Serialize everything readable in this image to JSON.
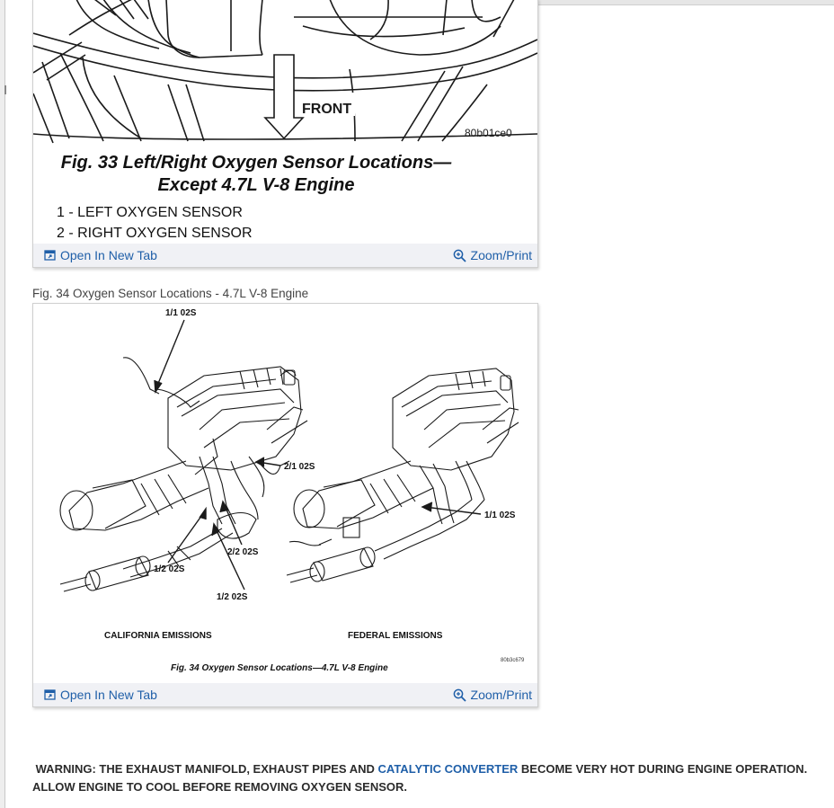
{
  "figure33": {
    "front_label": "FRONT",
    "image_code": "80b01ce0",
    "caption_line1": "Fig. 33 Left/Right Oxygen Sensor Locations—",
    "caption_line2": "Except 4.7L V-8 Engine",
    "legend": [
      "1 - LEFT OXYGEN SENSOR",
      "2 - RIGHT OXYGEN SENSOR"
    ],
    "open_label": "Open In New Tab",
    "zoom_label": "Zoom/Print"
  },
  "figure34": {
    "caption": "Fig. 34 Oxygen Sensor Locations - 4.7L V-8 Engine",
    "labels": {
      "cal_11": "1/1 02S",
      "cal_21": "2/1 02S",
      "cal_22": "2/2 02S",
      "cal_12a": "1/2 02S",
      "cal_12b": "1/2 02S",
      "fed_11": "1/1 02S",
      "california": "CALIFORNIA EMISSIONS",
      "federal": "FEDERAL EMISSIONS",
      "image_code": "80b3c679",
      "inner_caption": "Fig. 34 Oxygen Sensor Locations—4.7L V-8 Engine"
    },
    "open_label": "Open In New Tab",
    "zoom_label": "Zoom/Print"
  },
  "warning": {
    "prefix": "WARNING: THE EXHAUST MANIFOLD, EXHAUST PIPES AND",
    "link": "CATALYTIC CONVERTER",
    "suffix": "BECOME VERY HOT DURING ENGINE OPERATION. ALLOW ENGINE TO COOL BEFORE REMOVING OXYGEN SENSOR."
  },
  "icons": [
    "open-new-tab-icon",
    "zoom-icon"
  ],
  "colors": {
    "link": "#1f5fa8",
    "action_bar": "#f0f1f5"
  }
}
